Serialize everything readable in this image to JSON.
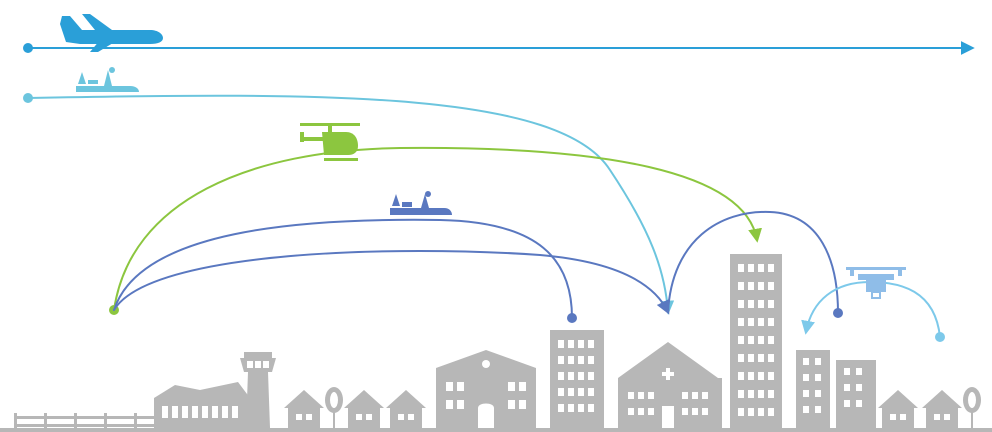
{
  "colors": {
    "background": "#ffffff",
    "city": "#b7b7b7",
    "city_windows": "#ffffff",
    "route_airliner": "#2a9fd8",
    "route_tiltrotor_long": "#6cc5de",
    "route_helicopter": "#8cc63f",
    "route_tiltrotor_short": "#5a78c0",
    "route_drone": "#7dc9ea",
    "drone_icon": "#8fbde8"
  },
  "aircraft": [
    {
      "type": "airliner",
      "icon": "airplane-icon",
      "color": "#2a9fd8"
    },
    {
      "type": "tiltrotor",
      "icon": "tiltrotor-icon",
      "color": "#6cc5de"
    },
    {
      "type": "helicopter",
      "icon": "helicopter-icon",
      "color": "#8cc63f"
    },
    {
      "type": "tiltrotor",
      "icon": "tiltrotor-icon",
      "color": "#5a78c0"
    },
    {
      "type": "drone",
      "icon": "drone-icon",
      "color": "#8fbde8"
    }
  ],
  "routes": [
    {
      "name": "airliner-route",
      "color": "#2a9fd8"
    },
    {
      "name": "tiltrotor-long-route",
      "color": "#6cc5de"
    },
    {
      "name": "helicopter-route",
      "color": "#8cc63f"
    },
    {
      "name": "tiltrotor-short-route",
      "color": "#5a78c0"
    },
    {
      "name": "drone-route",
      "color": "#7dc9ea"
    }
  ],
  "skyline": {
    "icons": [
      "control-tower-icon",
      "airport-terminal-icon",
      "house-icon",
      "tree-icon",
      "school-icon",
      "office-building-icon",
      "hospital-icon",
      "skyscraper-icon",
      "apartment-building-icon",
      "fence-icon"
    ]
  }
}
